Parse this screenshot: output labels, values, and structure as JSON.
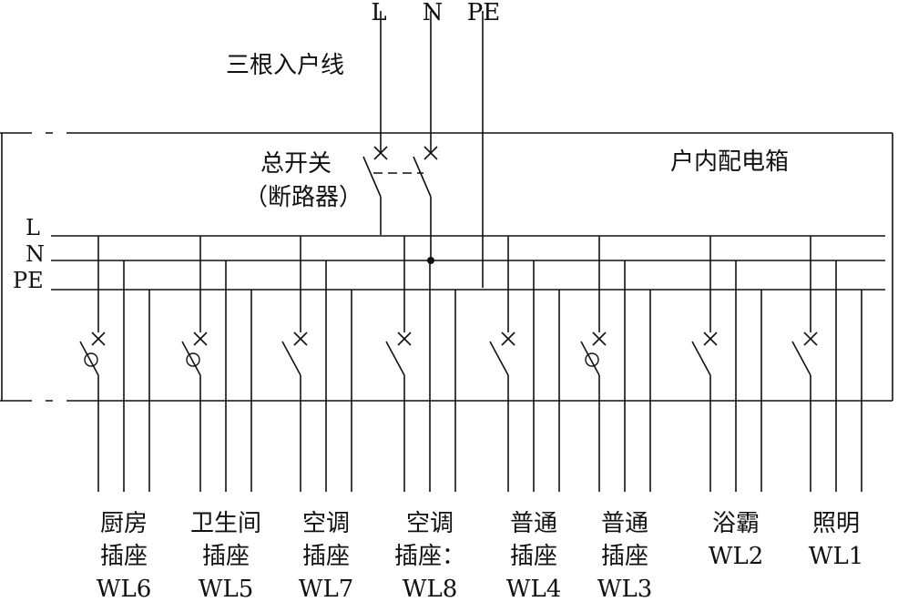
{
  "incoming": {
    "lines": [
      "L",
      "N",
      "PE"
    ],
    "label": "三根入户线"
  },
  "main_switch": {
    "label_line1": "总开关",
    "label_line2": "（断路器）"
  },
  "box_title": "户内配电箱",
  "bus_labels": [
    "L",
    "N",
    "PE"
  ],
  "circuits": [
    {
      "line1": "厨房",
      "line2": "插座",
      "code": "WL6",
      "type": "rcd"
    },
    {
      "line1": "卫生间",
      "line2": "插座",
      "code": "WL5",
      "type": "rcd"
    },
    {
      "line1": "空调",
      "line2": "插座",
      "code": "WL7",
      "type": "breaker"
    },
    {
      "line1": "空调",
      "line2": "插座：",
      "code": "WL8",
      "type": "breaker"
    },
    {
      "line1": "普通",
      "line2": "插座",
      "code": "WL4",
      "type": "breaker"
    },
    {
      "line1": "普通",
      "line2": "插座",
      "code": "WL3",
      "type": "rcd"
    },
    {
      "line1": "浴霸",
      "line2": "",
      "code": "WL2",
      "type": "breaker_lw"
    },
    {
      "line1": "照明",
      "line2": "",
      "code": "WL1",
      "type": "breaker_lw"
    }
  ]
}
